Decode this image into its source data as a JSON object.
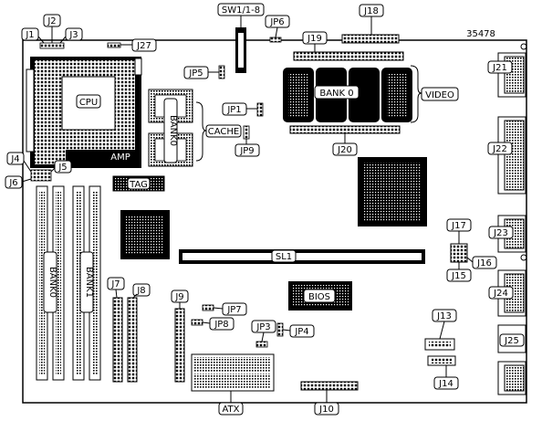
{
  "diagram_id": "35478",
  "labels": {
    "sw1": "SW1/1-8",
    "jp6": "JP6",
    "j18": "J18",
    "j1": "J1",
    "j2": "J2",
    "j3": "J3",
    "j27": "J27",
    "j19": "J19",
    "j21": "J21",
    "cpu": "CPU",
    "jp5": "JP5",
    "bank0_video": "BANK 0",
    "video": "VIDEO",
    "jp1": "JP1",
    "bank0_cache": "BANK0",
    "cache": "CACHE",
    "jp9": "JP9",
    "j20": "J20",
    "j22": "J22",
    "amp": "AMP",
    "j4": "J4",
    "j5": "J5",
    "j6": "J6",
    "tag": "TAG",
    "j17": "J17",
    "j23": "J23",
    "sl1": "SL1",
    "j16": "J16",
    "j15": "J15",
    "bank0_dimm": "BANK0",
    "bank1_dimm": "BANK1",
    "j7": "J7",
    "j8": "J8",
    "j9": "J9",
    "jp7": "JP7",
    "bios": "BIOS",
    "j24": "J24",
    "jp8": "JP8",
    "j13": "J13",
    "jp3": "JP3",
    "jp4": "JP4",
    "j25": "J25",
    "j14": "J14",
    "atx": "ATX",
    "j10": "J10"
  }
}
